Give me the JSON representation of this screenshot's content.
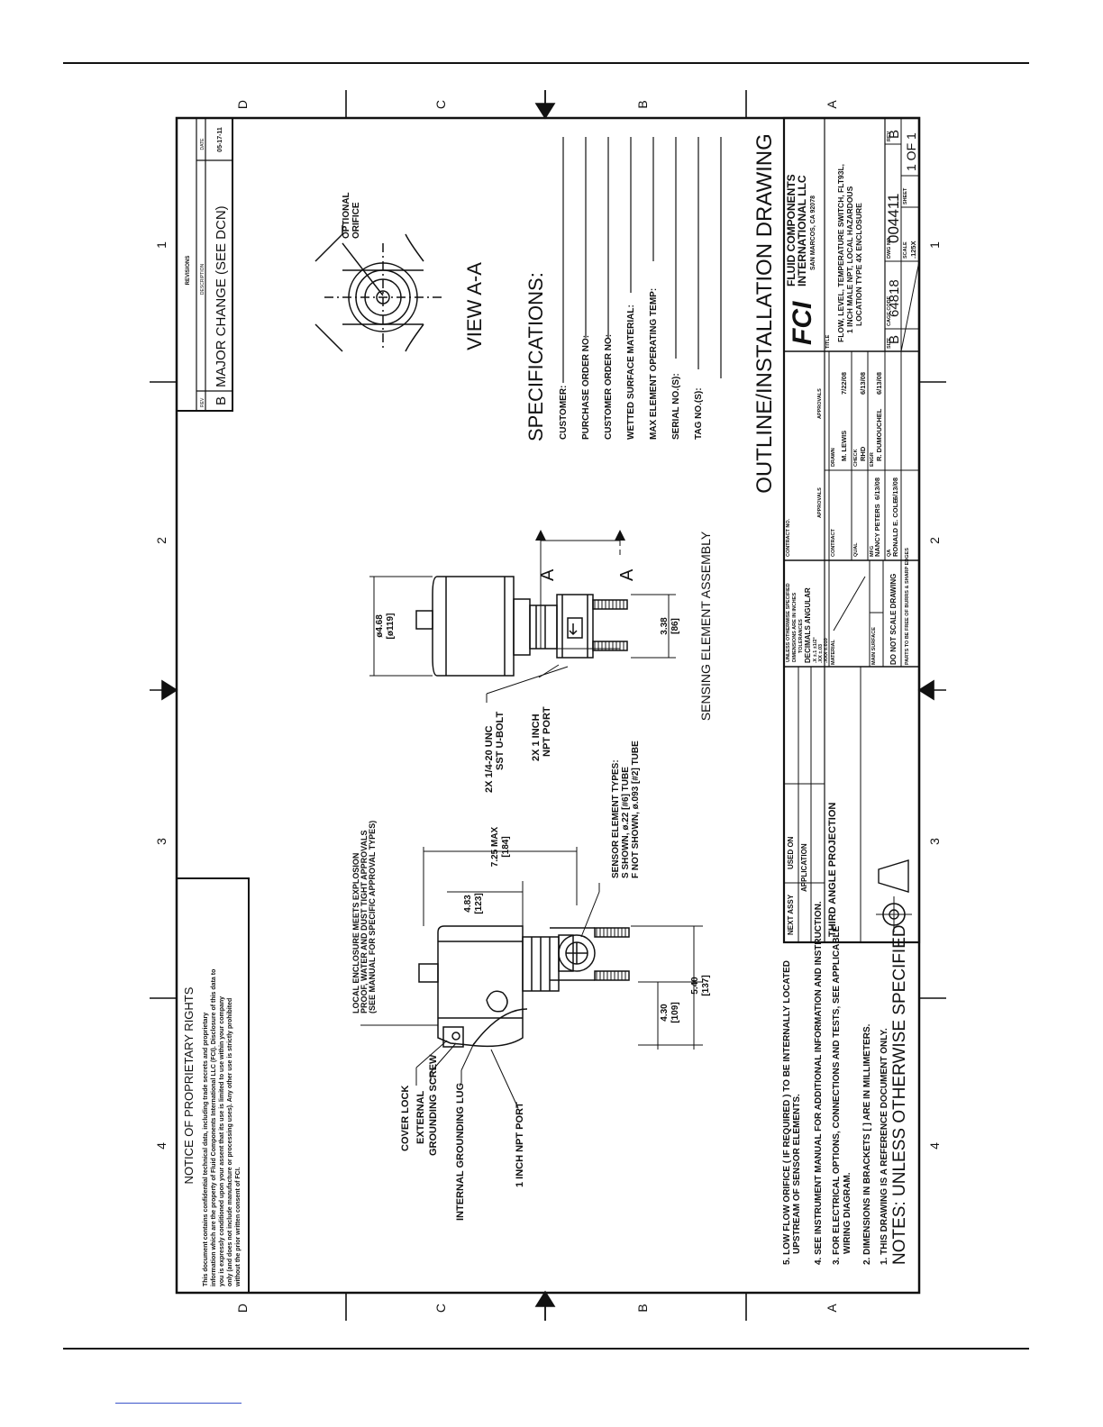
{
  "zones": {
    "rows": [
      "D",
      "C",
      "B",
      "A"
    ],
    "cols": [
      "4",
      "3",
      "2",
      "1"
    ]
  },
  "notice": {
    "title": "NOTICE OF PROPRIETARY RIGHTS",
    "lines": [
      "This document contains confidential technical data, including trade secrets and proprietary",
      "information which are the property of Fluid Components International LLC (FCI). Disclosure of this data to",
      "you is expressly conditioned upon your assent that its use is limited to use within your company",
      "only (and does not include manufacture or processing uses). Any other use is strictly prohibited",
      "without the prior written consent of FCI."
    ]
  },
  "revisions": {
    "header": "REVISIONS",
    "col_rev": "REV",
    "col_description": "DESCRIPTION",
    "col_date": "DATE",
    "rev": "B",
    "description": "MAJOR CHANGE (SEE DCN)",
    "date": "05-17-11"
  },
  "callouts": {
    "enclosure": [
      "LOCAL ENCLOSURE MEETS EXPLOSION",
      "PROOF, WATER AND DUST TIGHT APPROVALS",
      "(SEE MANUAL FOR SPECIFIC APPROVAL TYPES)"
    ],
    "cover_lock": "COVER LOCK",
    "ext_ground_1": "EXTERNAL",
    "ext_ground_2": "GROUNDING SCREW",
    "int_ground": "INTERNAL GROUNDING LUG",
    "npt_port": "1 INCH NPT PORT",
    "sensor_types": [
      "SENSOR ELEMENT TYPES:",
      "S SHOWN, ø.22 [#6] TUBE",
      "F NOT SHOWN, ø.093 [#2] TUBE"
    ],
    "ubolt": [
      "2X 1/4-20 UNC",
      "SST U-BOLT"
    ],
    "npt2": [
      "2X 1 INCH",
      "NPT PORT"
    ],
    "optional_orifice": [
      "OPTIONAL",
      "ORIFICE"
    ],
    "section_a": "A"
  },
  "dimensions": {
    "d1": "4.83",
    "d1_mm": "[123]",
    "d2": "7.25 MAX",
    "d2_mm": "[184]",
    "d3": "4.30",
    "d3_mm": "[109]",
    "d4": "5.40",
    "d4_mm": "[137]",
    "d5": "ø4.68",
    "d5_mm": "[ø119]",
    "d6": "3.38",
    "d6_mm": "[86]"
  },
  "labels": {
    "sensing_assembly": "SENSING ELEMENT ASSEMBLY",
    "view_aa": "VIEW A-A",
    "main_title": "OUTLINE/INSTALLATION DRAWING"
  },
  "specifications": {
    "title": "SPECIFICATIONS:",
    "fields": [
      "CUSTOMER:",
      "PURCHASE ORDER NO:",
      "CUSTOMER ORDER NO:",
      "WETTED SURFACE MATERIAL:",
      "MAX ELEMENT OPERATING TEMP:",
      "SERIAL NO.(S):",
      "TAG NO.(S):"
    ]
  },
  "notes": {
    "title": "NOTES: UNLESS OTHERWISE SPECIFIED",
    "items": [
      "1. THIS DRAWING IS A REFERENCE DOCUMENT ONLY.",
      "2. DIMENSIONS IN BRACKETS [ ] ARE IN MILLIMETERS.",
      "3. FOR ELECTRICAL OPTIONS, CONNECTIONS AND TESTS, SEE APPLICABLE",
      "WIRING DIAGRAM.",
      "4. SEE INSTRUMENT MANUAL FOR ADDITIONAL INFORMATION AND INSTRUCTION.",
      "5. LOW FLOW ORIFICE ( IF REQUIRED ) TO BE INTERNALLY LOCATED",
      "UPSTREAM OF SENSOR ELEMENTS."
    ]
  },
  "title_block": {
    "projection": "THIRD ANGLE PROJECTION",
    "next_assy": "NEXT ASSY",
    "used_on": "USED ON",
    "application": "APPLICATION",
    "tol_lines": [
      "UNLESS OTHERWISE SPECIFIED",
      "DIMENSIONS ARE IN INCHES",
      "TOLERANCES",
      "DECIMALS   ANGULAR",
      ".X  ±.1      ±1/2°",
      ".XX  ±.03",
      ".XXX  ±.010"
    ],
    "material": "MATERIAL",
    "finish": "MAIN SURFACE",
    "no_scale": "DO NOT SCALE DRAWING",
    "burrs": "PARTS TO BE FREE OF BURRS & SHARP EDGES",
    "contract": "CONTRACT NO.",
    "approvals": "APPROVALS",
    "contract2": "CONTRACT",
    "qual": "QUAL",
    "mfg": "MFG",
    "mfg_name": "NANCY PETERS",
    "mfg_date": "6/13/08",
    "qa": "QA",
    "qa_name": "RONALD E. COLE",
    "qa_date": "6/13/08",
    "drawn": "DRAWN",
    "drawn_name": "M. LEWIS",
    "drawn_date": "7/22/08",
    "check": "CHECK",
    "check_name": "RHD",
    "check_date": "6/13/08",
    "engr": "ENGR",
    "engr_name": "R. DUMOUCHEL",
    "engr_date": "6/13/08",
    "company_logo": "FCI",
    "company_1": "FLUID COMPONENTS",
    "company_2": "INTERNATIONAL LLC",
    "company_3": "SAN MARCOS, CA 92078",
    "title_label": "TITLE",
    "title_lines": [
      "FLOW, LEVEL, TEMPERATURE SWITCH, FLT93L,",
      "1 INCH MALE NPT, LOCAL HAZARDOUS",
      "LOCATION TYPE 4X ENCLOSURE"
    ],
    "size_label": "SIZE",
    "size": "B",
    "cage_label": "CAGE CODE",
    "cage": "64818",
    "dwg_label": "DWG NO.",
    "dwg": "004411",
    "rev_label": "REV",
    "rev": "B",
    "scale_label": "SCALE",
    "scale": ".125X",
    "sheet_label": "SHEET",
    "sheet": "1 OF 1"
  }
}
